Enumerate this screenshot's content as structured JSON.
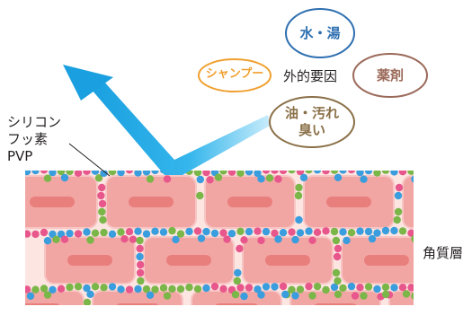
{
  "left_label": {
    "line1": "シリコン",
    "line2": "フッ素",
    "line3": "PVP"
  },
  "external_factors_label": "外的要因",
  "factors": [
    {
      "lines": [
        "水・湯"
      ],
      "color": "#2e6fb0"
    },
    {
      "lines": [
        "シャンプー"
      ],
      "color": "#f0a030"
    },
    {
      "lines": [
        "薬剤"
      ],
      "color": "#9b6a5a"
    },
    {
      "lines": [
        "油・汚れ",
        "臭い"
      ],
      "color": "#8a7048"
    }
  ],
  "cuticle_label": "角質層",
  "colors": {
    "arrow_blue": "#1aa0e0",
    "cell_fill": "#f2a6a4",
    "cell_core": "#e87f7d",
    "cell_border": "#f7c6c4",
    "layer_background": "#fde6e2",
    "particle_green": "#7ab648",
    "particle_blue": "#3a9ddd",
    "particle_pink": "#e8578c"
  }
}
